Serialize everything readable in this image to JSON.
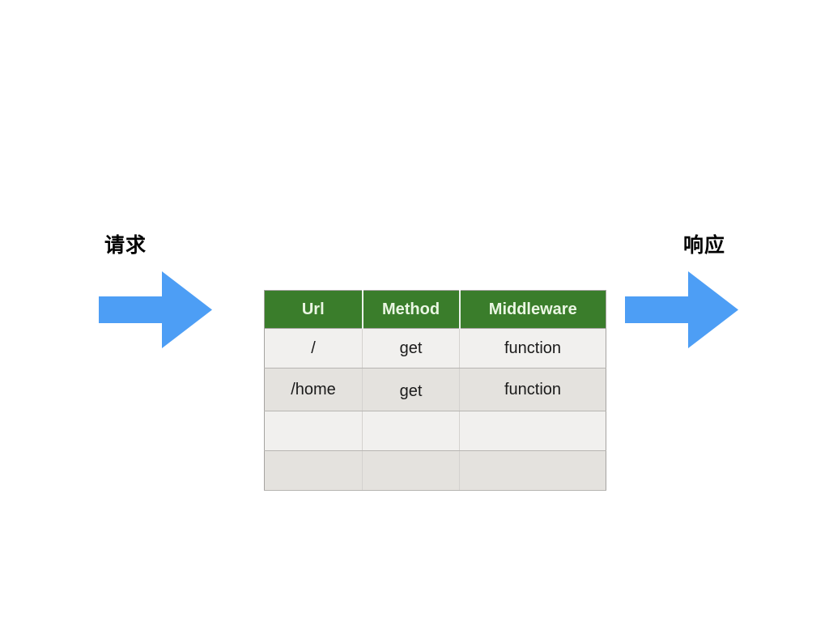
{
  "diagram": {
    "request_label": "请求",
    "response_label": "响应"
  },
  "table": {
    "headers": [
      "Url",
      "Method",
      "Middleware"
    ],
    "rows": [
      {
        "cells": [
          "/",
          "get",
          "function"
        ]
      },
      {
        "cells": [
          "/home",
          "get",
          "function"
        ]
      },
      {
        "cells": [
          "",
          "",
          ""
        ]
      },
      {
        "cells": [
          "",
          "",
          ""
        ]
      }
    ]
  },
  "colors": {
    "arrow": "#4D9EF5",
    "header_bg": "#3A7D2B",
    "header_text": "#EAF6E3",
    "row_light": "#F1F0EE",
    "row_dark": "#E4E2DE",
    "cell_border_v": "#D4D2CF",
    "cell_border_h": "#B7B5B2",
    "outer_border": "#A5A3A0",
    "text": "#1A1A1A"
  }
}
